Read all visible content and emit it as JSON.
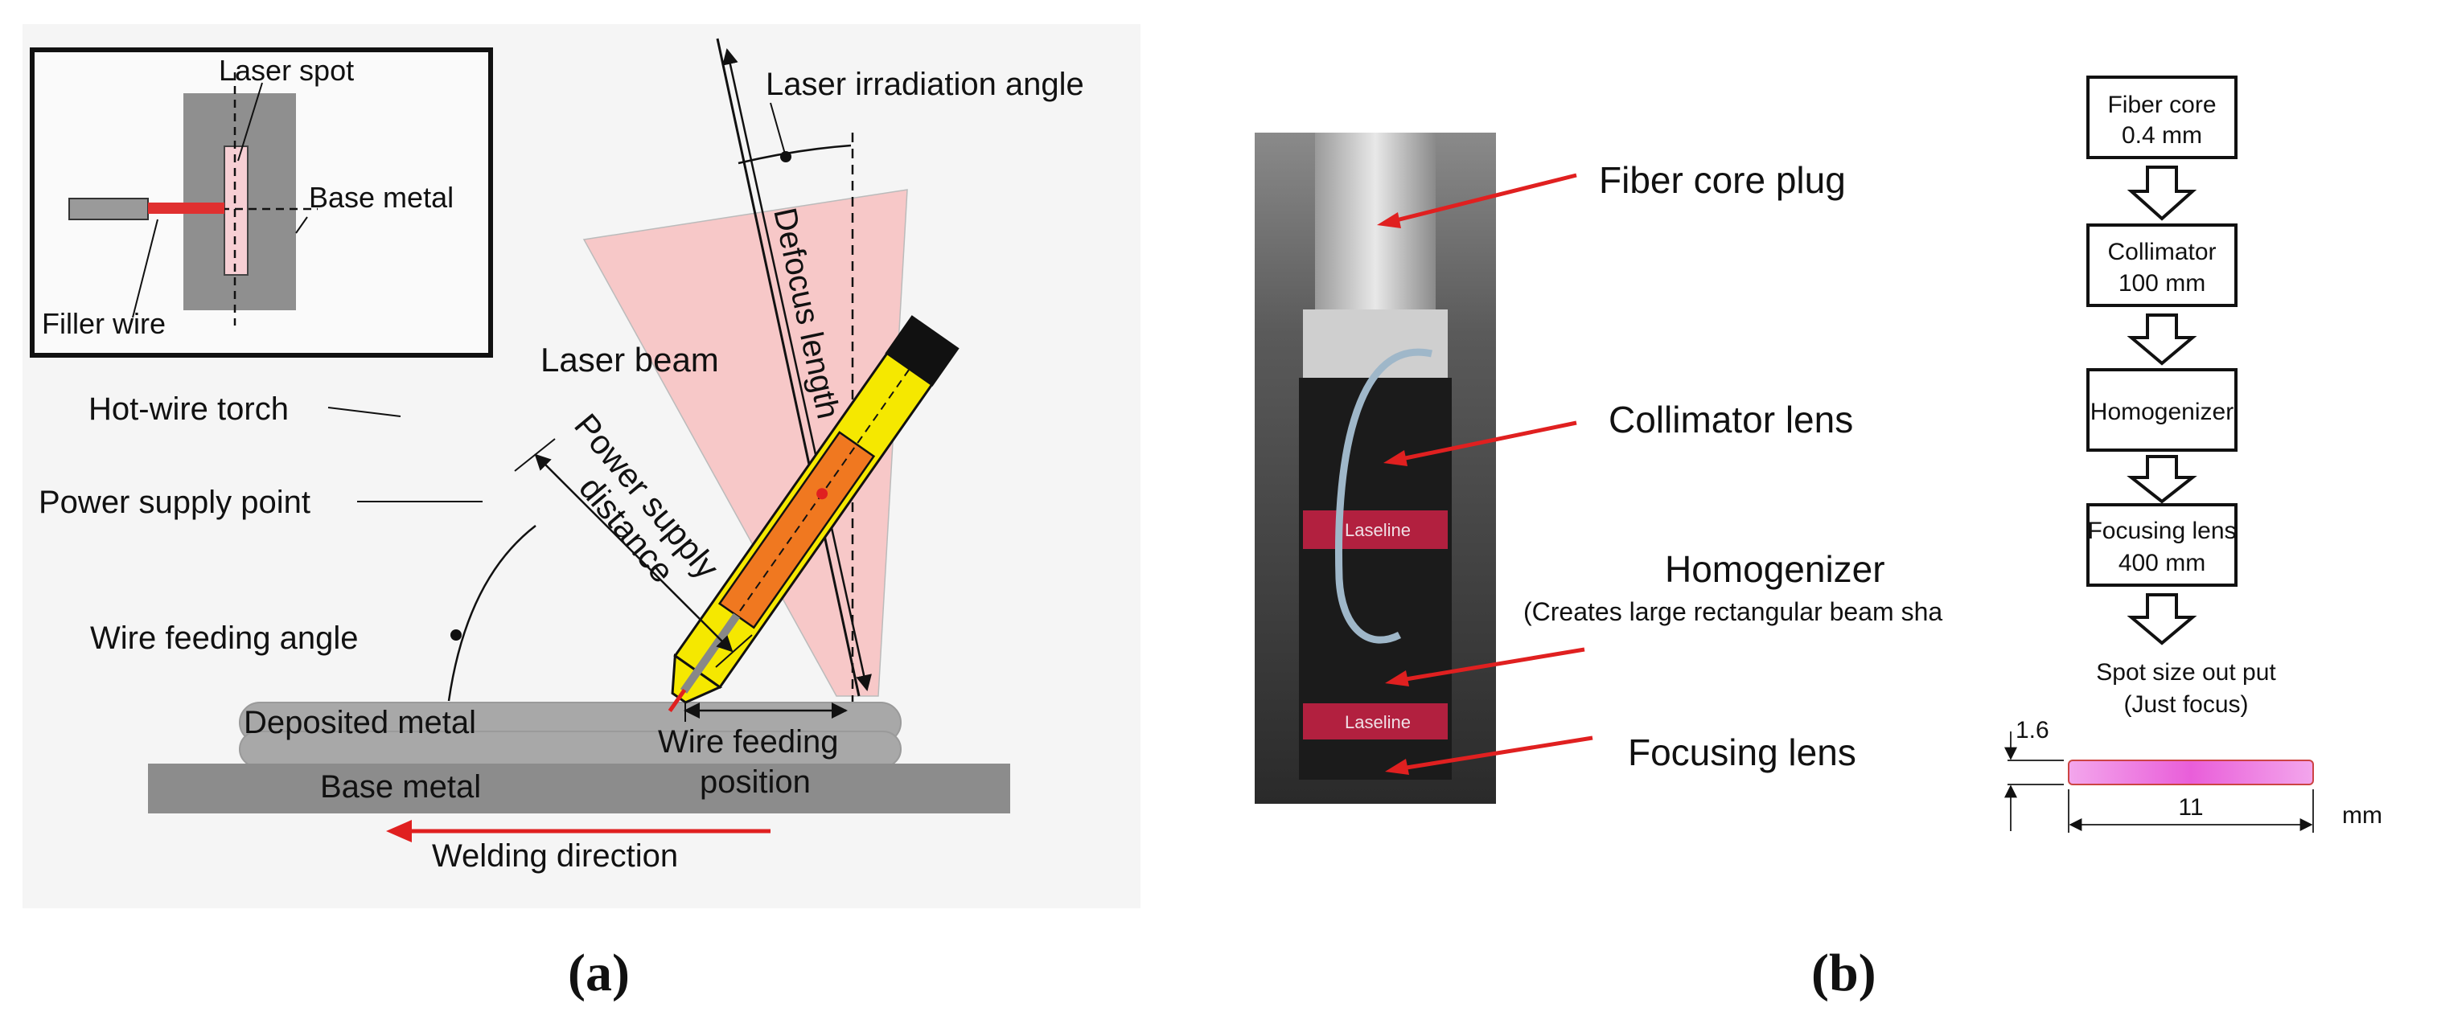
{
  "panel_a": {
    "inset": {
      "laser_spot": "Laser spot",
      "base_metal": "Base metal",
      "filler_wire": "Filler wire"
    },
    "laser_irradiation_angle": "Laser irradiation angle",
    "defocus_length": "Defocus length",
    "laser_beam": "Laser beam",
    "hot_wire_torch": "Hot-wire torch",
    "power_supply_point": "Power supply point",
    "power_supply_distance_1": "Power supply",
    "power_supply_distance_2": "distance",
    "wire_feeding_angle": "Wire feeding angle",
    "deposited_metal": "Deposited metal",
    "base_metal": "Base metal",
    "wire_feeding_position_1": "Wire feeding",
    "wire_feeding_position_2": "position",
    "welding_direction": "Welding direction",
    "caption": "(a)"
  },
  "panel_b": {
    "fiber_core_plug": "Fiber core plug",
    "collimator_lens": "Collimator lens",
    "homogenizer": "Homogenizer",
    "homogenizer_note": "(Creates large rectangular beam sha",
    "focusing_lens": "Focusing lens",
    "photo_text_1": "Laseline",
    "photo_text_2": "Laseline",
    "flow": {
      "box1_l1": "Fiber core",
      "box1_l2": "0.4 mm",
      "box2_l1": "Collimator",
      "box2_l2": "100 mm",
      "box3_l1": "Homogenizer",
      "box4_l1": "Focusing lens",
      "box4_l2": "400 mm"
    },
    "spot_l1": "Spot size out put",
    "spot_l2": "(Just focus)",
    "spot_height": "1.6",
    "spot_width": "11",
    "unit": "mm",
    "caption": "(b)"
  },
  "colors": {
    "laser_beam": "#f7c8c8",
    "torch_yellow": "#f5e800",
    "torch_orange": "#f07820",
    "metal_grey": "#a0a0a0",
    "base_grey": "#8c8c8c",
    "arrow_red": "#e02020",
    "spot_pink": "#ee66dd"
  }
}
